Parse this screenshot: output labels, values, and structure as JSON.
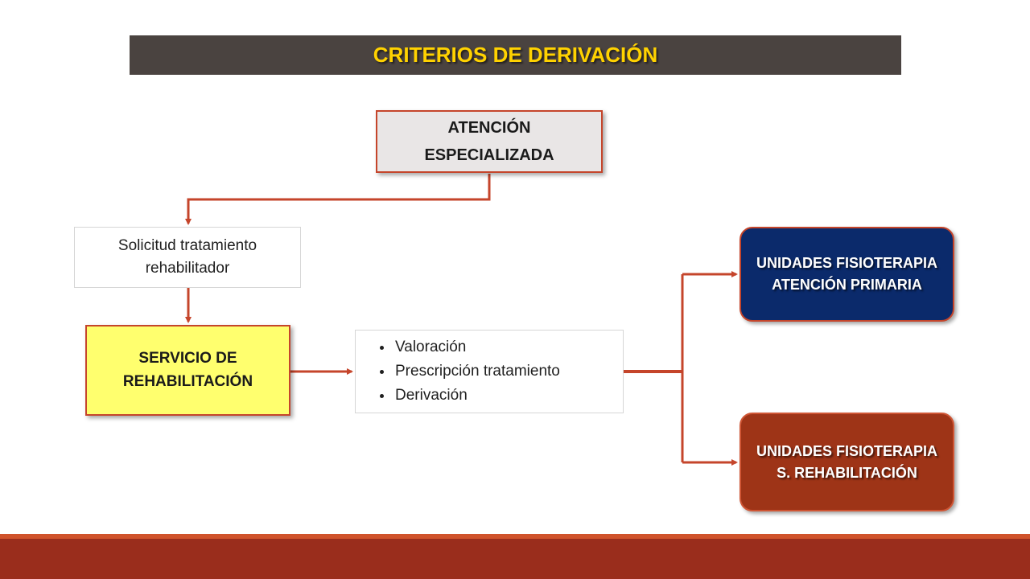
{
  "title": "CRITERIOS DE DERIVACIÓN",
  "nodes": {
    "atencion": "ATENCIÓN ESPECIALIZADA",
    "solicitud": "Solicitud tratamiento rehabilitador",
    "servicio": "SERVICIO DE REHABILITACIÓN",
    "valoracion_items": [
      "Valoración",
      "Prescripción tratamiento",
      "Derivación"
    ],
    "unidades_ap": "UNIDADES FISIOTERAPIA ATENCIÓN PRIMARIA",
    "unidades_sr": "UNIDADES FISIOTERAPIA S. REHABILITACIÓN"
  },
  "colors": {
    "title_bar": "#4a4340",
    "title_text": "#ffd200",
    "connector": "#c5452b",
    "servicio_fill": "#ffff6e",
    "ap_fill": "#0b2a6b",
    "sr_fill": "#9e3417",
    "footer": "#9a2d1c"
  }
}
